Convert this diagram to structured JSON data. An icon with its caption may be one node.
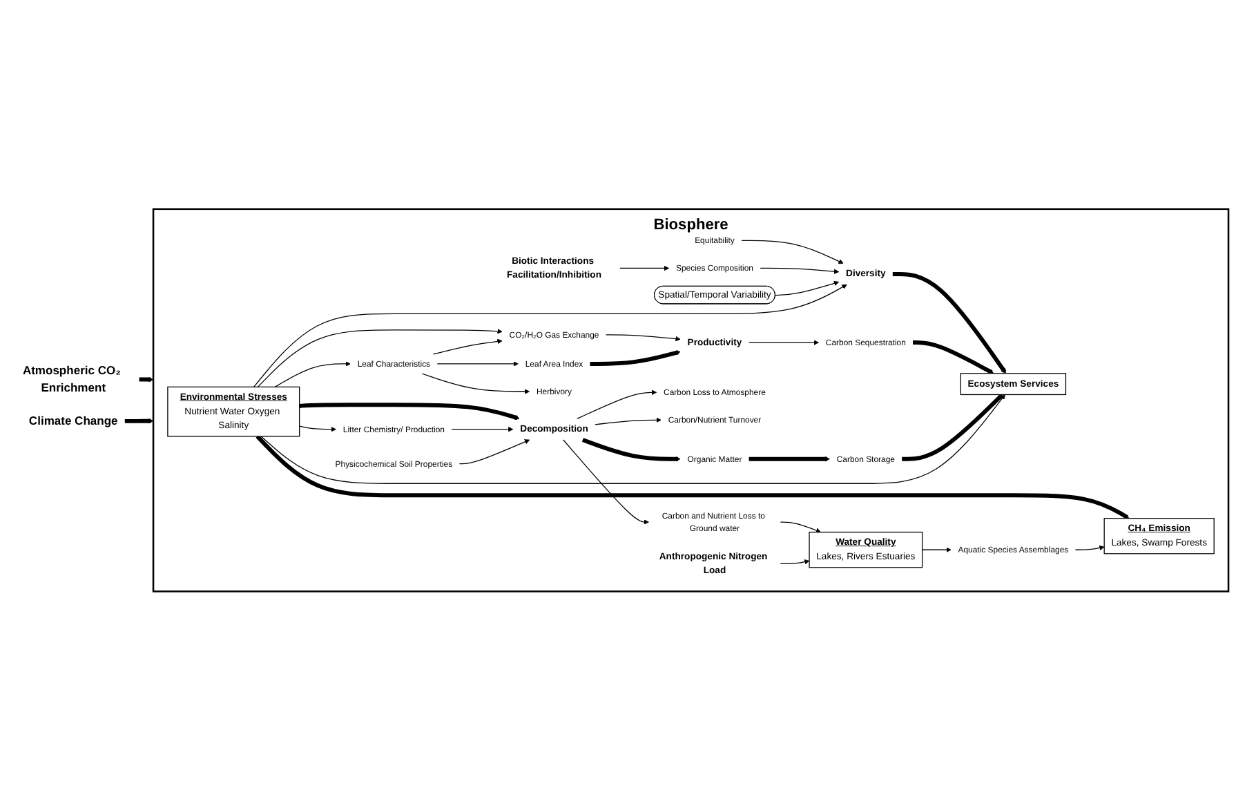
{
  "diagram": {
    "nodes": [
      {
        "text": [
          "Atmospheric CO₂ Enrichment"
        ]
      },
      {
        "text": [
          "Climate Change"
        ]
      },
      {
        "text": [
          "Biosphere"
        ]
      },
      {
        "text": [
          "Equitability"
        ],
        "in": 2
      },
      {
        "text": [
          "Species Composition"
        ],
        "in": 2
      },
      {
        "text": [
          "Spatial/Temporal Variability"
        ],
        "in": 2
      },
      {
        "text": [
          "Diversity"
        ],
        "in": 2
      },
      {
        "text": [
          "Biotic Interactions Facilitation/Inhibition"
        ],
        "in": 2
      },
      {
        "text": [
          "Carbon Sequestration"
        ],
        "in": 2
      },
      {
        "text": [
          "Ecosystem Services"
        ],
        "in": 2
      },
      {
        "text": [
          "Carbon Storage"
        ],
        "in": 2
      },
      {
        "text": [
          "Carbon Loss to Atmosphere"
        ],
        "in": 2
      },
      {
        "text": [
          "Productivity"
        ],
        "in": 2
      },
      {
        "text": [
          "CO₂/H₂O Gas Exchange"
        ],
        "in": 2
      },
      {
        "text": [
          "Organic Matter"
        ],
        "in": 2
      },
      {
        "text": [
          "Carbon/Nutrient Turnover"
        ],
        "in": 2
      },
      {
        "text": [
          "Leaf Area Index"
        ],
        "in": 2
      },
      {
        "text": [
          "Environmental Stresses",
          "Nutrient Water Oxygen Salinity"
        ],
        "in": 2
      },
      {
        "text": [
          "Decomposition"
        ],
        "in": 2
      },
      {
        "text": [
          "Litter Chemistry/ Production"
        ],
        "in": 2
      },
      {
        "text": [
          "Carbon and Nutrient Loss to Ground water"
        ],
        "in": 2
      },
      {
        "text": [
          "Leaf Characteristics"
        ],
        "in": 2
      },
      {
        "text": [
          "Physicochemical Soil Properties"
        ],
        "in": 2
      },
      {
        "text": [
          "Herbivory"
        ],
        "in": 2
      },
      {
        "text": [
          "Anthropogenic Nitrogen Load"
        ],
        "in": 2
      },
      {
        "text": [
          "Water Quality",
          "Lakes, Rivers Estuaries"
        ],
        "in": 2
      },
      {
        "text": [
          "CH₄ Emission",
          "Lakes, Swamp Forests"
        ],
        "in": 2
      },
      {
        "text": [
          "Aquatic Species Assemblages"
        ],
        "in": 2
      }
    ],
    "edges": [
      {
        "from": 0,
        "to": 2,
        "arrow": "to",
        "style": "thick"
      },
      {
        "from": 1,
        "to": 2,
        "arrow": "to",
        "style": "thick"
      },
      {
        "from": 3,
        "to": 6,
        "arrow": "to"
      },
      {
        "from": 4,
        "to": 6,
        "arrow": "to"
      },
      {
        "from": 7,
        "to": 4,
        "arrow": "to"
      },
      {
        "from": 5,
        "to": 6,
        "arrow": "to"
      },
      {
        "from": 17,
        "to": 6,
        "arrow": "to"
      },
      {
        "from": 6,
        "to": 9,
        "arrow": "to",
        "style": "thick"
      },
      {
        "from": 8,
        "to": 9,
        "arrow": "to",
        "style": "thick"
      },
      {
        "from": 10,
        "to": 9,
        "arrow": "to",
        "style": "thick"
      },
      {
        "from": 12,
        "to": 8,
        "arrow": "to"
      },
      {
        "from": 13,
        "to": 12,
        "arrow": "to"
      },
      {
        "from": 16,
        "to": 12,
        "arrow": "to",
        "style": "thick"
      },
      {
        "from": 17,
        "to": 13,
        "arrow": "to"
      },
      {
        "from": 17,
        "to": 9,
        "arrow": "to"
      },
      {
        "from": 17,
        "to": 18,
        "arrow": "to",
        "style": "thick"
      },
      {
        "from": 17,
        "to": 21,
        "arrow": "to"
      },
      {
        "from": 17,
        "to": 19,
        "arrow": "to"
      },
      {
        "from": 17,
        "to": 26,
        "arrow": "to",
        "style": "thick"
      },
      {
        "from": 21,
        "to": 16,
        "arrow": "to"
      },
      {
        "from": 21,
        "to": 13,
        "arrow": "to"
      },
      {
        "from": 21,
        "to": 23,
        "arrow": "to"
      },
      {
        "from": 19,
        "to": 18,
        "arrow": "to"
      },
      {
        "from": 22,
        "to": 18,
        "arrow": "to"
      },
      {
        "from": 18,
        "to": 14,
        "arrow": "to",
        "style": "thick"
      },
      {
        "from": 14,
        "to": 10,
        "arrow": "to",
        "style": "thick"
      },
      {
        "from": 18,
        "to": 11,
        "arrow": "to"
      },
      {
        "from": 18,
        "to": 15,
        "arrow": "to"
      },
      {
        "from": 18,
        "to": 20,
        "arrow": "to"
      },
      {
        "from": 20,
        "to": 25,
        "arrow": "to"
      },
      {
        "from": 24,
        "to": 25,
        "arrow": "to"
      },
      {
        "from": 25,
        "to": 27,
        "arrow": "to"
      },
      {
        "from": 27,
        "to": 26,
        "arrow": "to"
      }
    ]
  }
}
